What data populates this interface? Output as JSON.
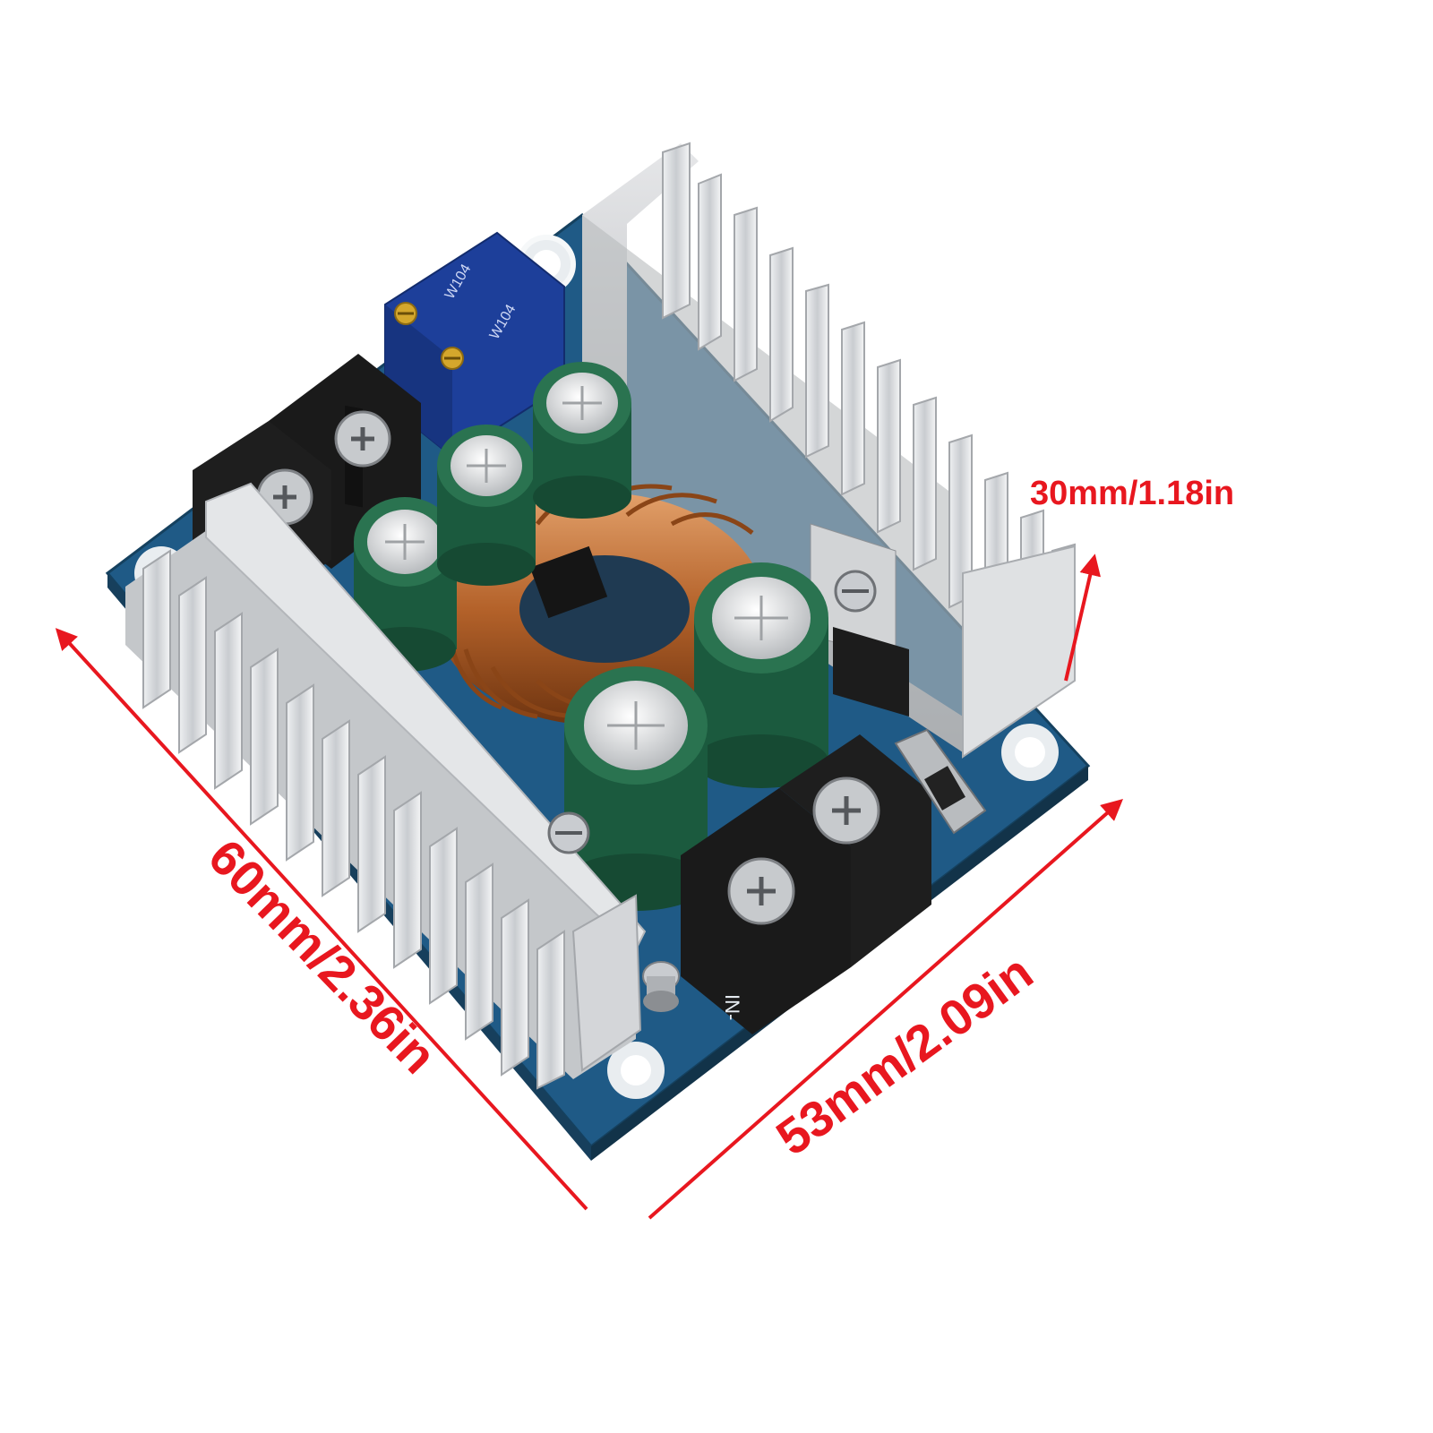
{
  "product": {
    "description_icon": "dc-dc-buck-converter-module-photo"
  },
  "dimensions": {
    "height_label": "30mm/1.18in",
    "length_label": "60mm/2.36in",
    "width_label": "53mm/2.09in"
  },
  "board_text": {
    "trimmer_1": "W104",
    "trimmer_2": "W104",
    "terminal_mark": "IN-"
  },
  "colors": {
    "accent_red": "#e8171f",
    "pcb_blue": "#1f5a86",
    "heatsink_silver": "#d6d8da",
    "coil_copper": "#b5652a",
    "capacitor_green": "#1b5a3e",
    "terminal_black": "#1a1a1a",
    "trimmer_blue": "#1d3f9a"
  }
}
